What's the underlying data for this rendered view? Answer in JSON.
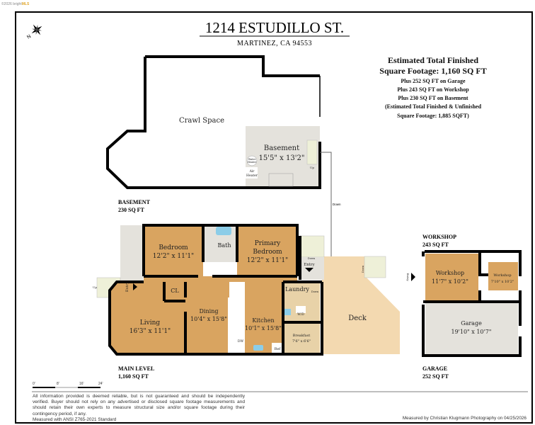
{
  "watermark": {
    "prefix": "©2026 bright",
    "brand": "MLS"
  },
  "header": {
    "address": "1214 ESTUDILLO ST.",
    "city": "MARTINEZ, CA 94553"
  },
  "summary": {
    "line1": "Estimated Total Finished",
    "line2": "Square Footage: 1,160 SQ FT",
    "line3": "Plus 252 SQ FT on Garage",
    "line4": "Plus 243 SQ FT on Workshop",
    "line5": "Plus 230 SQ FT on Basement",
    "line6": "(Estimated Total Finished & Unfinished",
    "line7": "Square Footage: 1,885 SQFT)"
  },
  "compass": {
    "label": "N"
  },
  "levels": {
    "basement": {
      "name": "BASEMENT",
      "area": "230   SQ FT"
    },
    "main": {
      "name": "MAIN LEVEL",
      "area": "1,160 SQ FT"
    },
    "workshop": {
      "name": "WORKSHOP",
      "area": "243 SQ FT"
    },
    "garage": {
      "name": "GARAGE",
      "area": "252 SQ FT"
    }
  },
  "rooms": {
    "crawl": {
      "name": "Crawl Space"
    },
    "basement": {
      "name": "Basement",
      "dims": "15'5\" x 13'2\""
    },
    "water_heater": {
      "l1": "Water",
      "l2": "Heater"
    },
    "air_heater": {
      "l1": "Air",
      "l2": "Heater"
    },
    "bedroom": {
      "name": "Bedroom",
      "dims": "12'2\" x 11'1\""
    },
    "bath": {
      "name": "Bath"
    },
    "primary": {
      "name1": "Primary",
      "name2": "Bedroom",
      "dims": "12'2\" x 11'1\""
    },
    "cl": {
      "name": "CL"
    },
    "living": {
      "name": "Living",
      "dims": "16'3\" x 11'1\""
    },
    "dining": {
      "name": "Dining",
      "dims": "10'4\" x 15'8\""
    },
    "kitchen": {
      "name": "Kitchen",
      "dims": "10'1\" x 15'8\""
    },
    "laundry": {
      "name": "Laundry"
    },
    "breakfast": {
      "name": "Breakfast",
      "dims": "7'6\" x 6'6\""
    },
    "deck": {
      "name": "Deck"
    },
    "workshop": {
      "name": "Workshop",
      "dims": "11'7\" x 10'2\""
    },
    "workshop2": {
      "name": "Workshop",
      "dims": "7'10\" x 10'2\""
    },
    "garage": {
      "name": "Garage",
      "dims": "19'10\" x 10'7\""
    }
  },
  "labels": {
    "up": "Up",
    "down": "Down",
    "entry": "Entry",
    "wd": "W/D",
    "dw": "DW",
    "ref": "Ref"
  },
  "scale": {
    "t0": "0'",
    "t1": "8'",
    "t2": "16'",
    "t3": "24'"
  },
  "footer": {
    "disclaimer": "All information provided is deemed reliable, but is not guaranteed and should be independently verified. Buyer should not rely on any advertised or disclosed square footage measurements and should retain their own experts to measure structural size and/or square footage during their contingency period, if any.",
    "standard": "Measured with ANSI Z765-2021 Standard",
    "measured_by": "Measured by Christian Klugmann Photography on 04/25/2026"
  },
  "colors": {
    "wood": "#d9a460",
    "lightwood": "#f3d9b0",
    "grey": "#e4e2dc",
    "stairs": "#eef0d8"
  }
}
